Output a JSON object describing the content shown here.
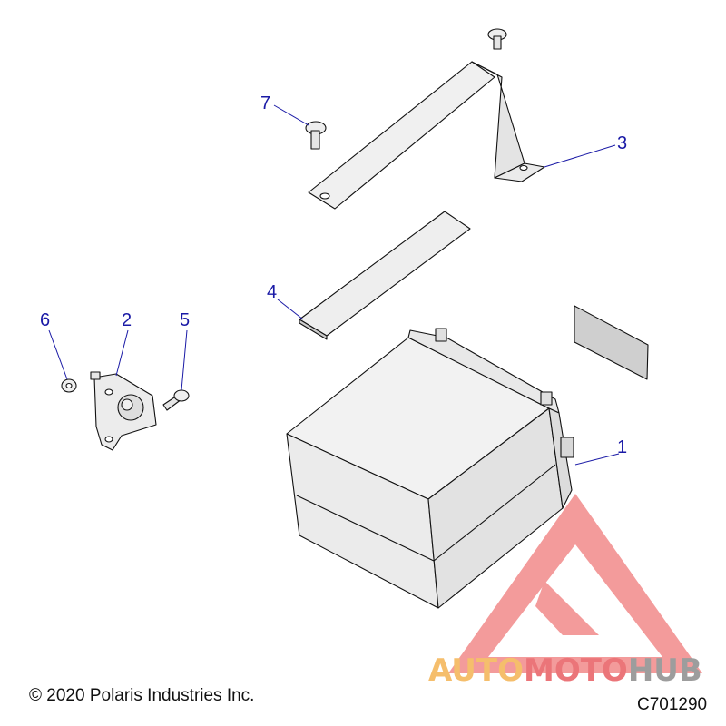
{
  "callouts": [
    {
      "label": "1",
      "part": "battery"
    },
    {
      "label": "2",
      "part": "solenoid"
    },
    {
      "label": "3",
      "part": "hold-down-bracket"
    },
    {
      "label": "4",
      "part": "pad-strip"
    },
    {
      "label": "5",
      "part": "screw"
    },
    {
      "label": "6",
      "part": "nut"
    },
    {
      "label": "7",
      "part": "bracket-screw"
    }
  ],
  "footer": {
    "copyright": "© 2020 Polaris Industries Inc.",
    "drawing_code": "C701290"
  },
  "watermark": {
    "word_part1": "AUTO",
    "word_part2": "MOTO",
    "word_part3": "HUB",
    "colors": {
      "orange": "#f2a93b",
      "red": "#e5484d",
      "gray": "#7d7d7d",
      "triangle": "#f07a7a"
    }
  },
  "colors": {
    "callout": "#1a1aa6",
    "part_fill": "#eeeeee",
    "part_shade": "#d2d2d2",
    "label_fill": "#cfcfcf"
  }
}
